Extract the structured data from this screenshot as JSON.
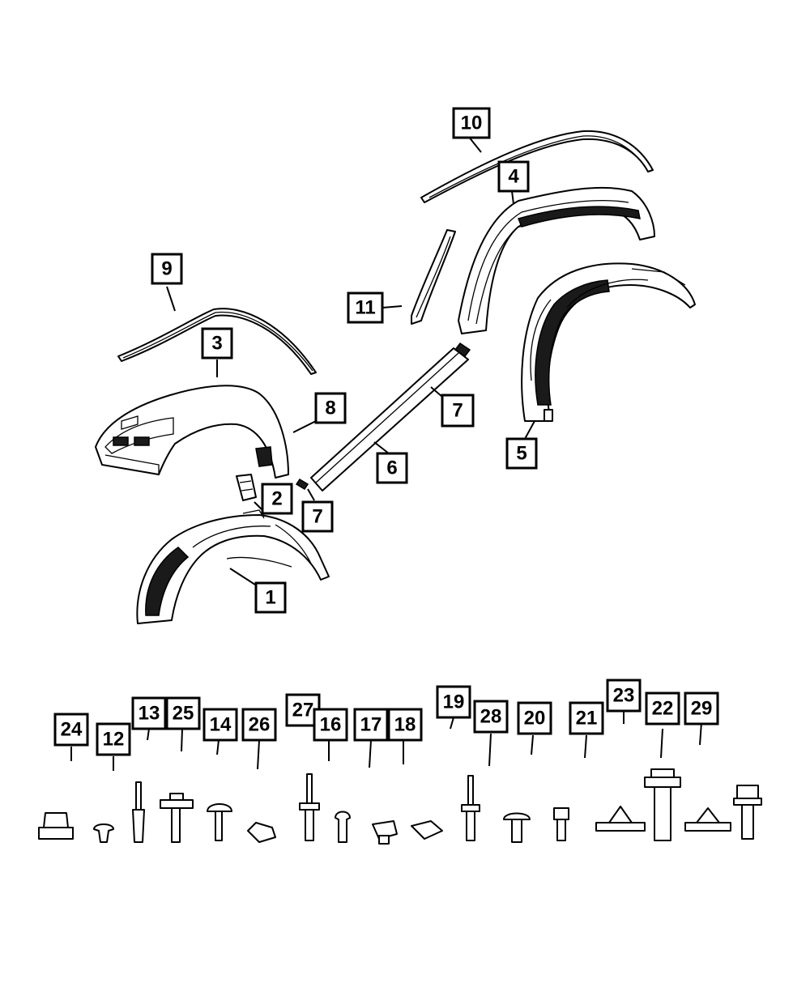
{
  "diagram": {
    "callouts": {
      "c1": "1",
      "c2": "2",
      "c3": "3",
      "c4": "4",
      "c5": "5",
      "c6": "6",
      "c7a": "7",
      "c7b": "7",
      "c8": "8",
      "c9": "9",
      "c10": "10",
      "c11": "11",
      "c12": "12",
      "c13": "13",
      "c14": "14",
      "c16": "16",
      "c17": "17",
      "c18": "18",
      "c19": "19",
      "c20": "20",
      "c21": "21",
      "c22": "22",
      "c23": "23",
      "c24": "24",
      "c25": "25",
      "c26": "26",
      "c27": "27",
      "c28": "28",
      "c29": "29"
    }
  }
}
